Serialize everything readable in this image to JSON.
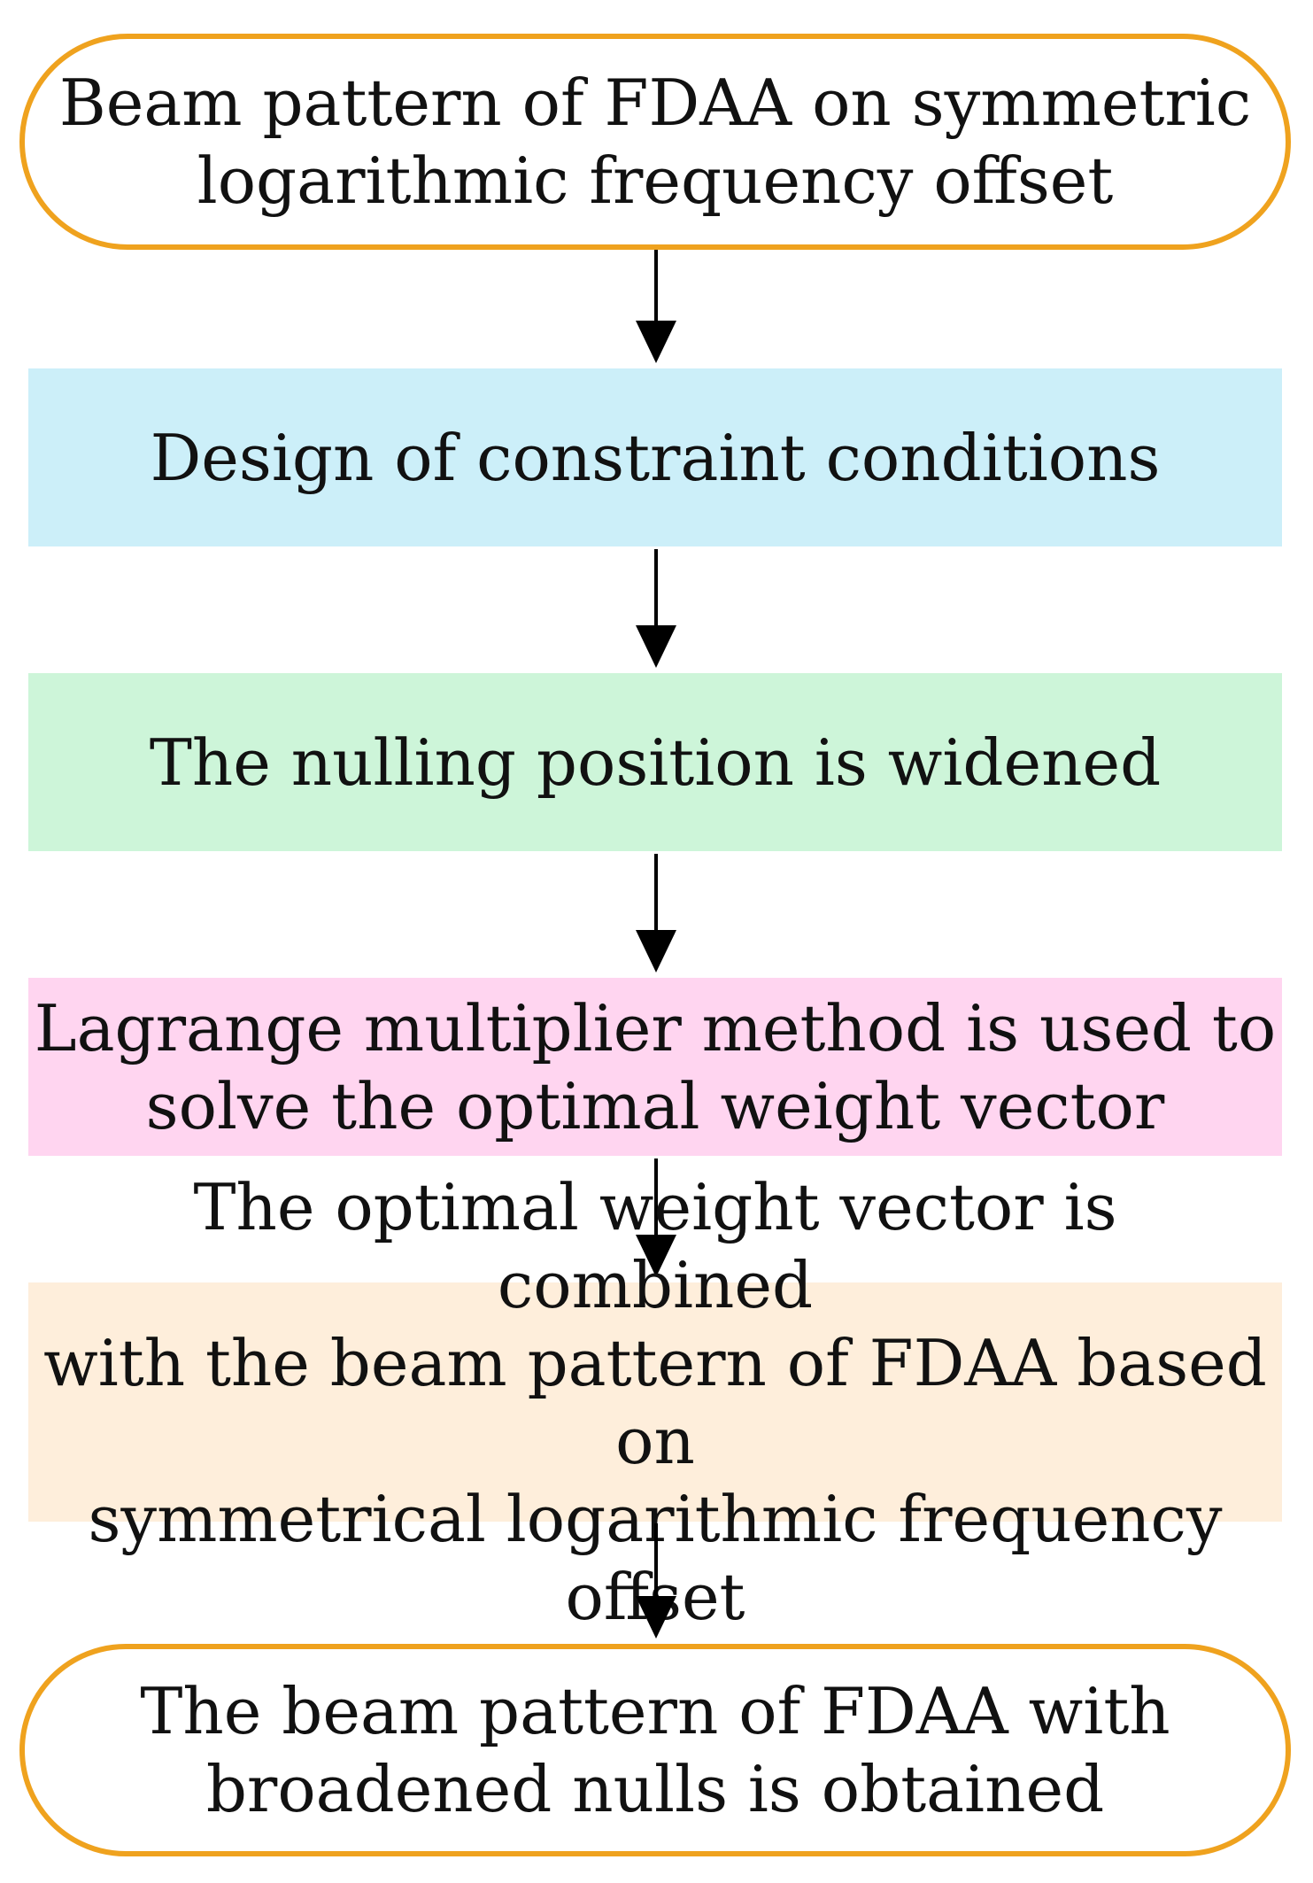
{
  "flowchart": {
    "colors": {
      "terminal_border": "#EFA21E",
      "step1_fill": "#CCEFF9",
      "step2_fill": "#CDF5D9",
      "step3_fill": "#FFD5F0",
      "step4_fill": "#FEEEDB",
      "arrow": "#000000"
    },
    "start": {
      "line1": "Beam pattern of FDAA on symmetric",
      "line2": "logarithmic frequency offset"
    },
    "steps": [
      {
        "line1": "Design of constraint conditions"
      },
      {
        "line1": "The nulling position is widened"
      },
      {
        "line1": "Lagrange multiplier method is used to",
        "line2": "solve the optimal weight vector"
      },
      {
        "line1": "The optimal weight vector is combined",
        "line2": "with the beam pattern of FDAA based on",
        "line3": "symmetrical logarithmic frequency offset"
      }
    ],
    "end": {
      "line1": "The beam pattern of FDAA with",
      "line2": "broadened nulls is obtained"
    }
  }
}
